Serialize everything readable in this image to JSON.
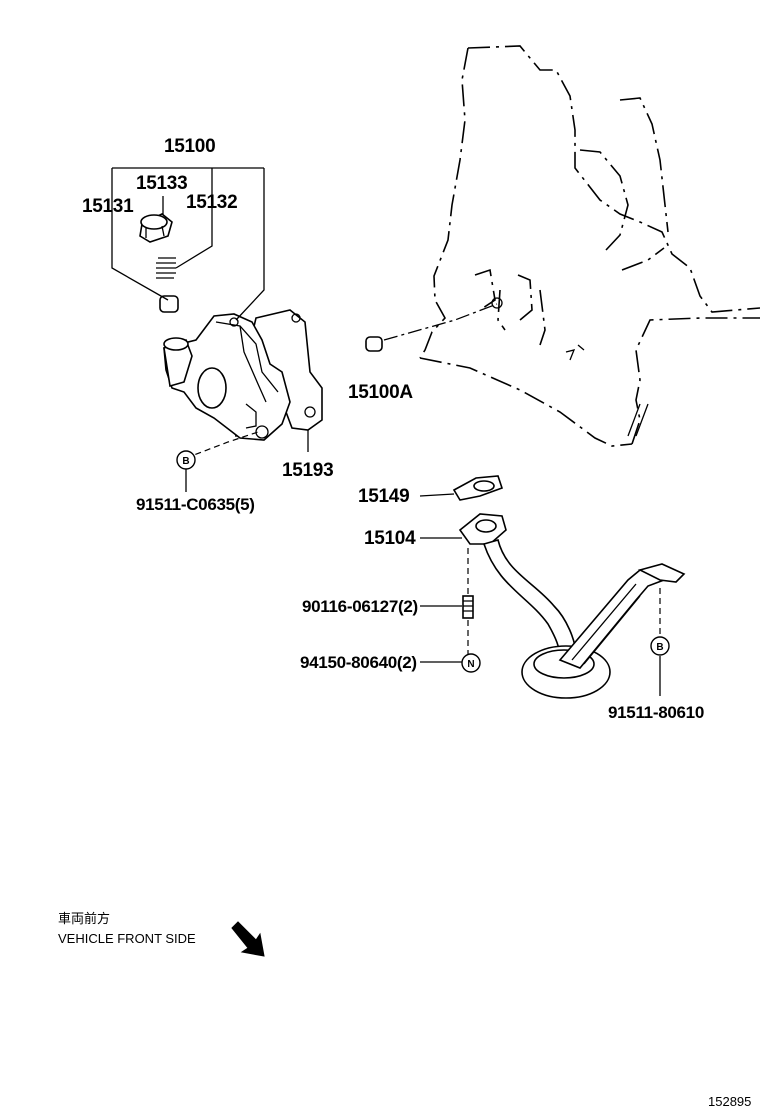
{
  "callouts": {
    "oil_pump_assy": "15100",
    "relief_plug": "15133",
    "relief_spring": "15132",
    "relief_valve": "15131",
    "pump_pin": "15100A",
    "pump_gasket": "15193",
    "pump_bolt": "91511-C0635(5)",
    "strainer_gasket": "15149",
    "oil_strainer": "15104",
    "stud_bolt": "90116-06127(2)",
    "nut": "94150-80640(2)",
    "strainer_bolt": "91511-80610"
  },
  "badges": {
    "pump_bolt_badge": "B",
    "strainer_bolt_badge": "B",
    "nut_badge": "N"
  },
  "direction": {
    "label_jp": "車両前方",
    "label_en": "VEHICLE FRONT SIDE"
  },
  "figure_number": "152895"
}
